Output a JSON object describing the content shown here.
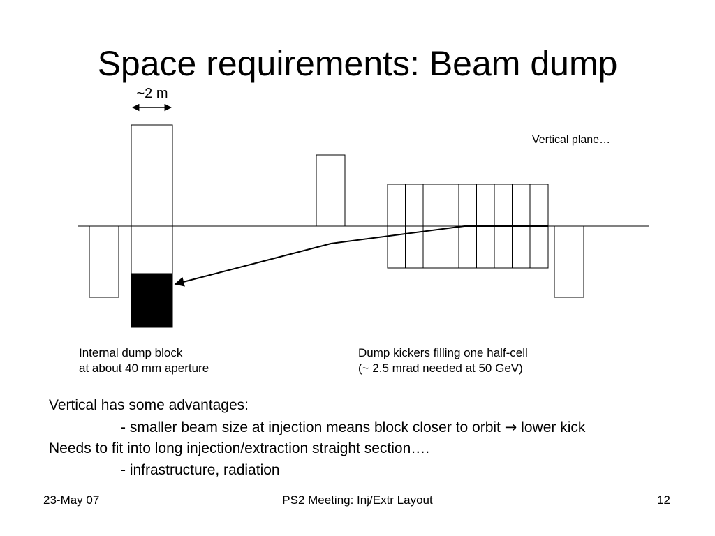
{
  "slide": {
    "title": "Space requirements: Beam dump",
    "dimension_label": "~2 m",
    "plane_label": "Vertical plane…",
    "caption_left": [
      "Internal dump block",
      "at about 40 mm aperture"
    ],
    "caption_right": [
      "Dump kickers filling one half-cell",
      "(~ 2.5 mrad needed at 50 GeV)"
    ],
    "body": {
      "line1": "Vertical has some advantages:",
      "line2_pre": "- smaller beam size at injection means block closer to orbit ",
      "line2_arrow": "→",
      "line2_post": " lower kick",
      "line3": "Needs to fit into long injection/extraction straight section….",
      "line4": "- infrastructure, radiation"
    }
  },
  "footer": {
    "date": "23-May 07",
    "center": "PS2 Meeting: Inj/Extr Layout",
    "page": "12"
  }
}
